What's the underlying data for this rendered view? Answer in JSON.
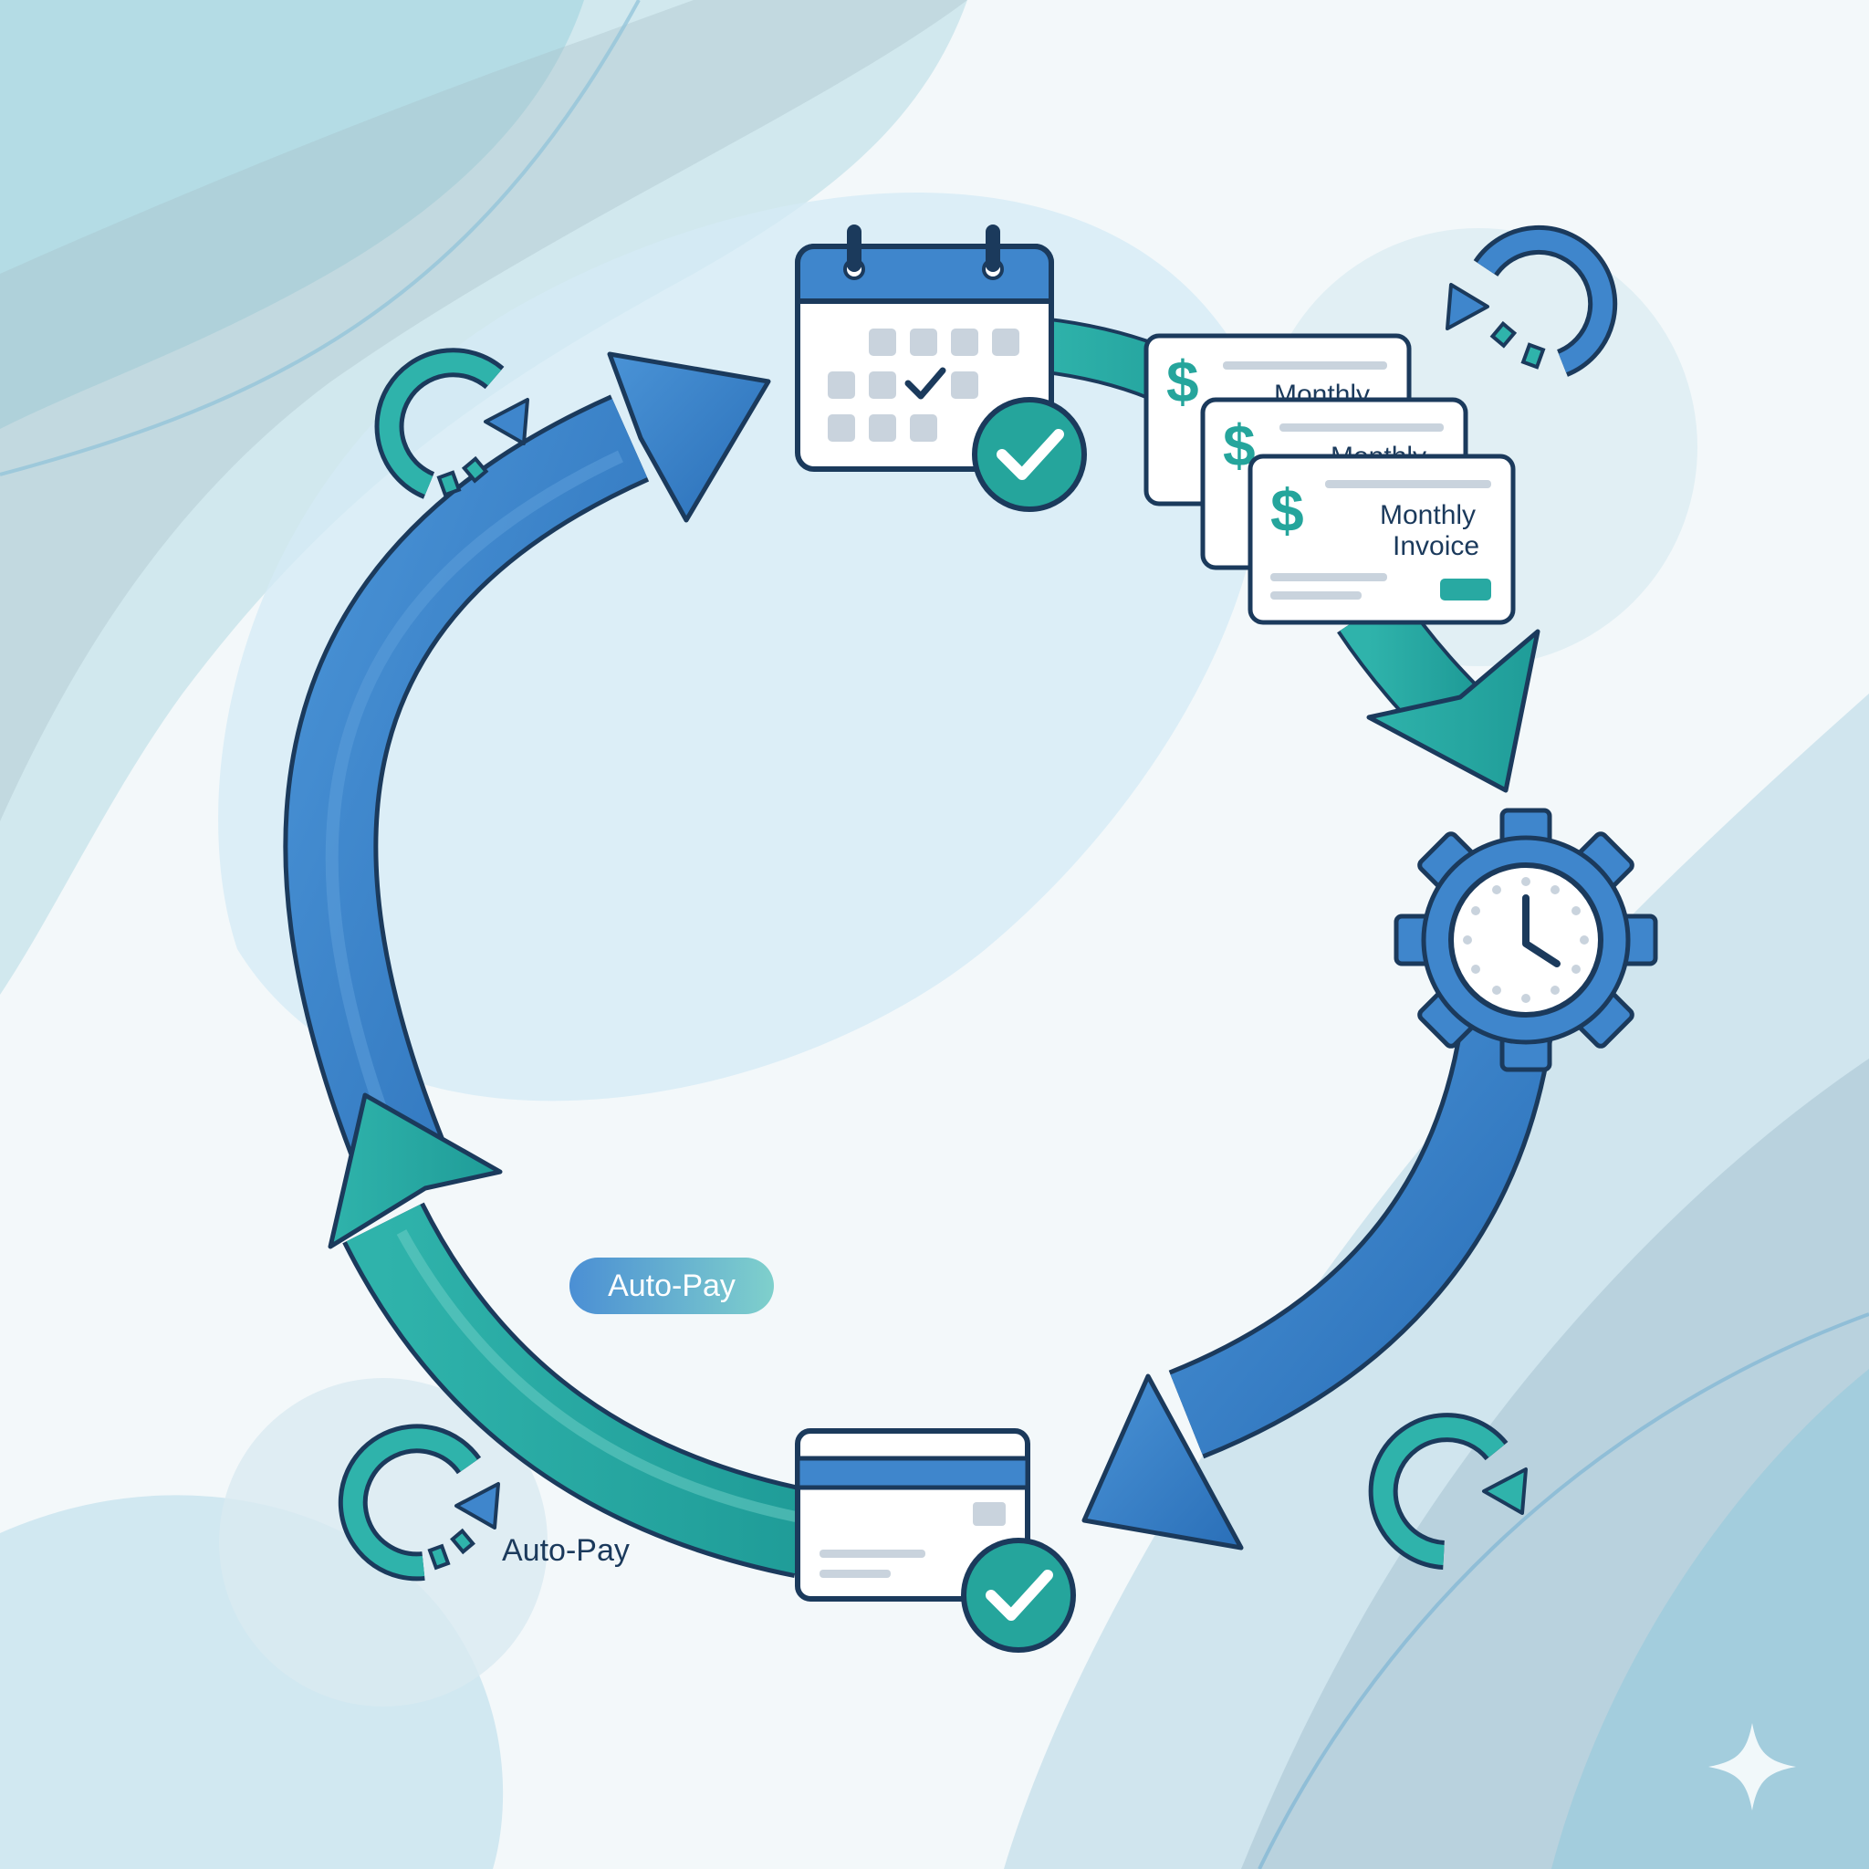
{
  "diagram": {
    "invoice_cards": [
      {
        "line1": "Monthly",
        "line2": ""
      },
      {
        "line1": "Monthly",
        "line2": ""
      },
      {
        "line1": "Monthly",
        "line2": "Invoice"
      }
    ],
    "currency_symbol": "$",
    "pill_label": "Auto-Pay",
    "payment_caption": "Auto-Pay",
    "nodes": [
      "calendar-icon",
      "invoice-stack",
      "gear-clock-icon",
      "credit-card-icon"
    ],
    "colors": {
      "blue": "#2f7ac2",
      "blue_dark": "#1e4f86",
      "teal": "#28a9a2",
      "outline": "#1b3a5c",
      "light_gray": "#c9d3dd"
    }
  }
}
